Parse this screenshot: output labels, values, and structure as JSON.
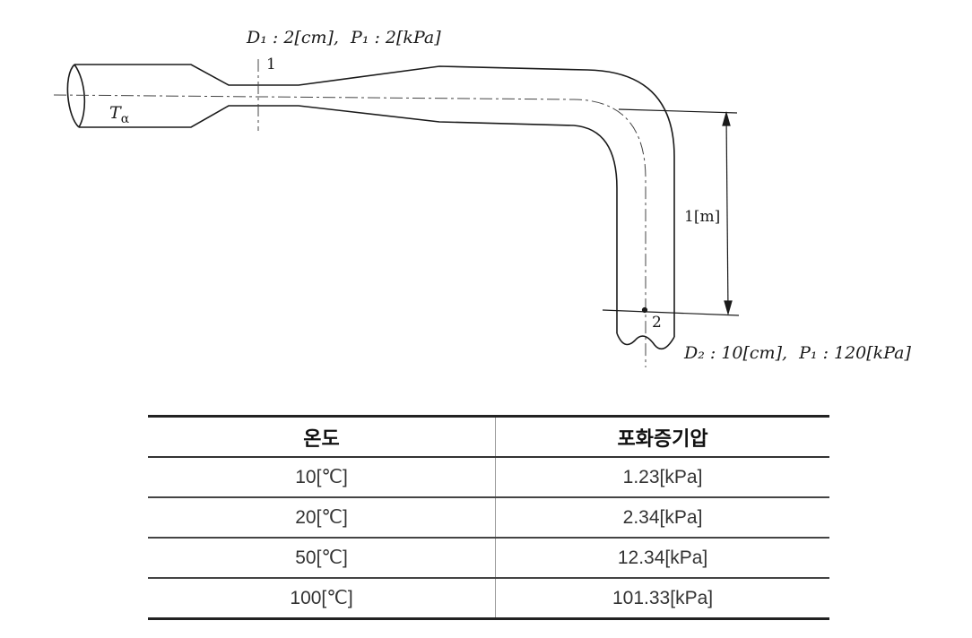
{
  "diagram": {
    "inlet": {
      "diameter_label": "D₁ : 2[cm],",
      "pressure_label": "P₁ : 2[kPa]",
      "section_marker": "1",
      "temperature_label": "T",
      "temperature_subscript": "α"
    },
    "outlet": {
      "diameter_label": "D₂ : 10[cm],",
      "pressure_label": "P₁ : 120[kPa]",
      "section_marker": "2"
    },
    "height_label": "1[m]"
  },
  "table": {
    "headers": [
      "온도",
      "포화증기압"
    ],
    "rows": [
      [
        "10[℃]",
        "1.23[kPa]"
      ],
      [
        "20[℃]",
        "2.34[kPa]"
      ],
      [
        "50[℃]",
        "12.34[kPa]"
      ],
      [
        "100[℃]",
        "101.33[kPa]"
      ]
    ]
  }
}
